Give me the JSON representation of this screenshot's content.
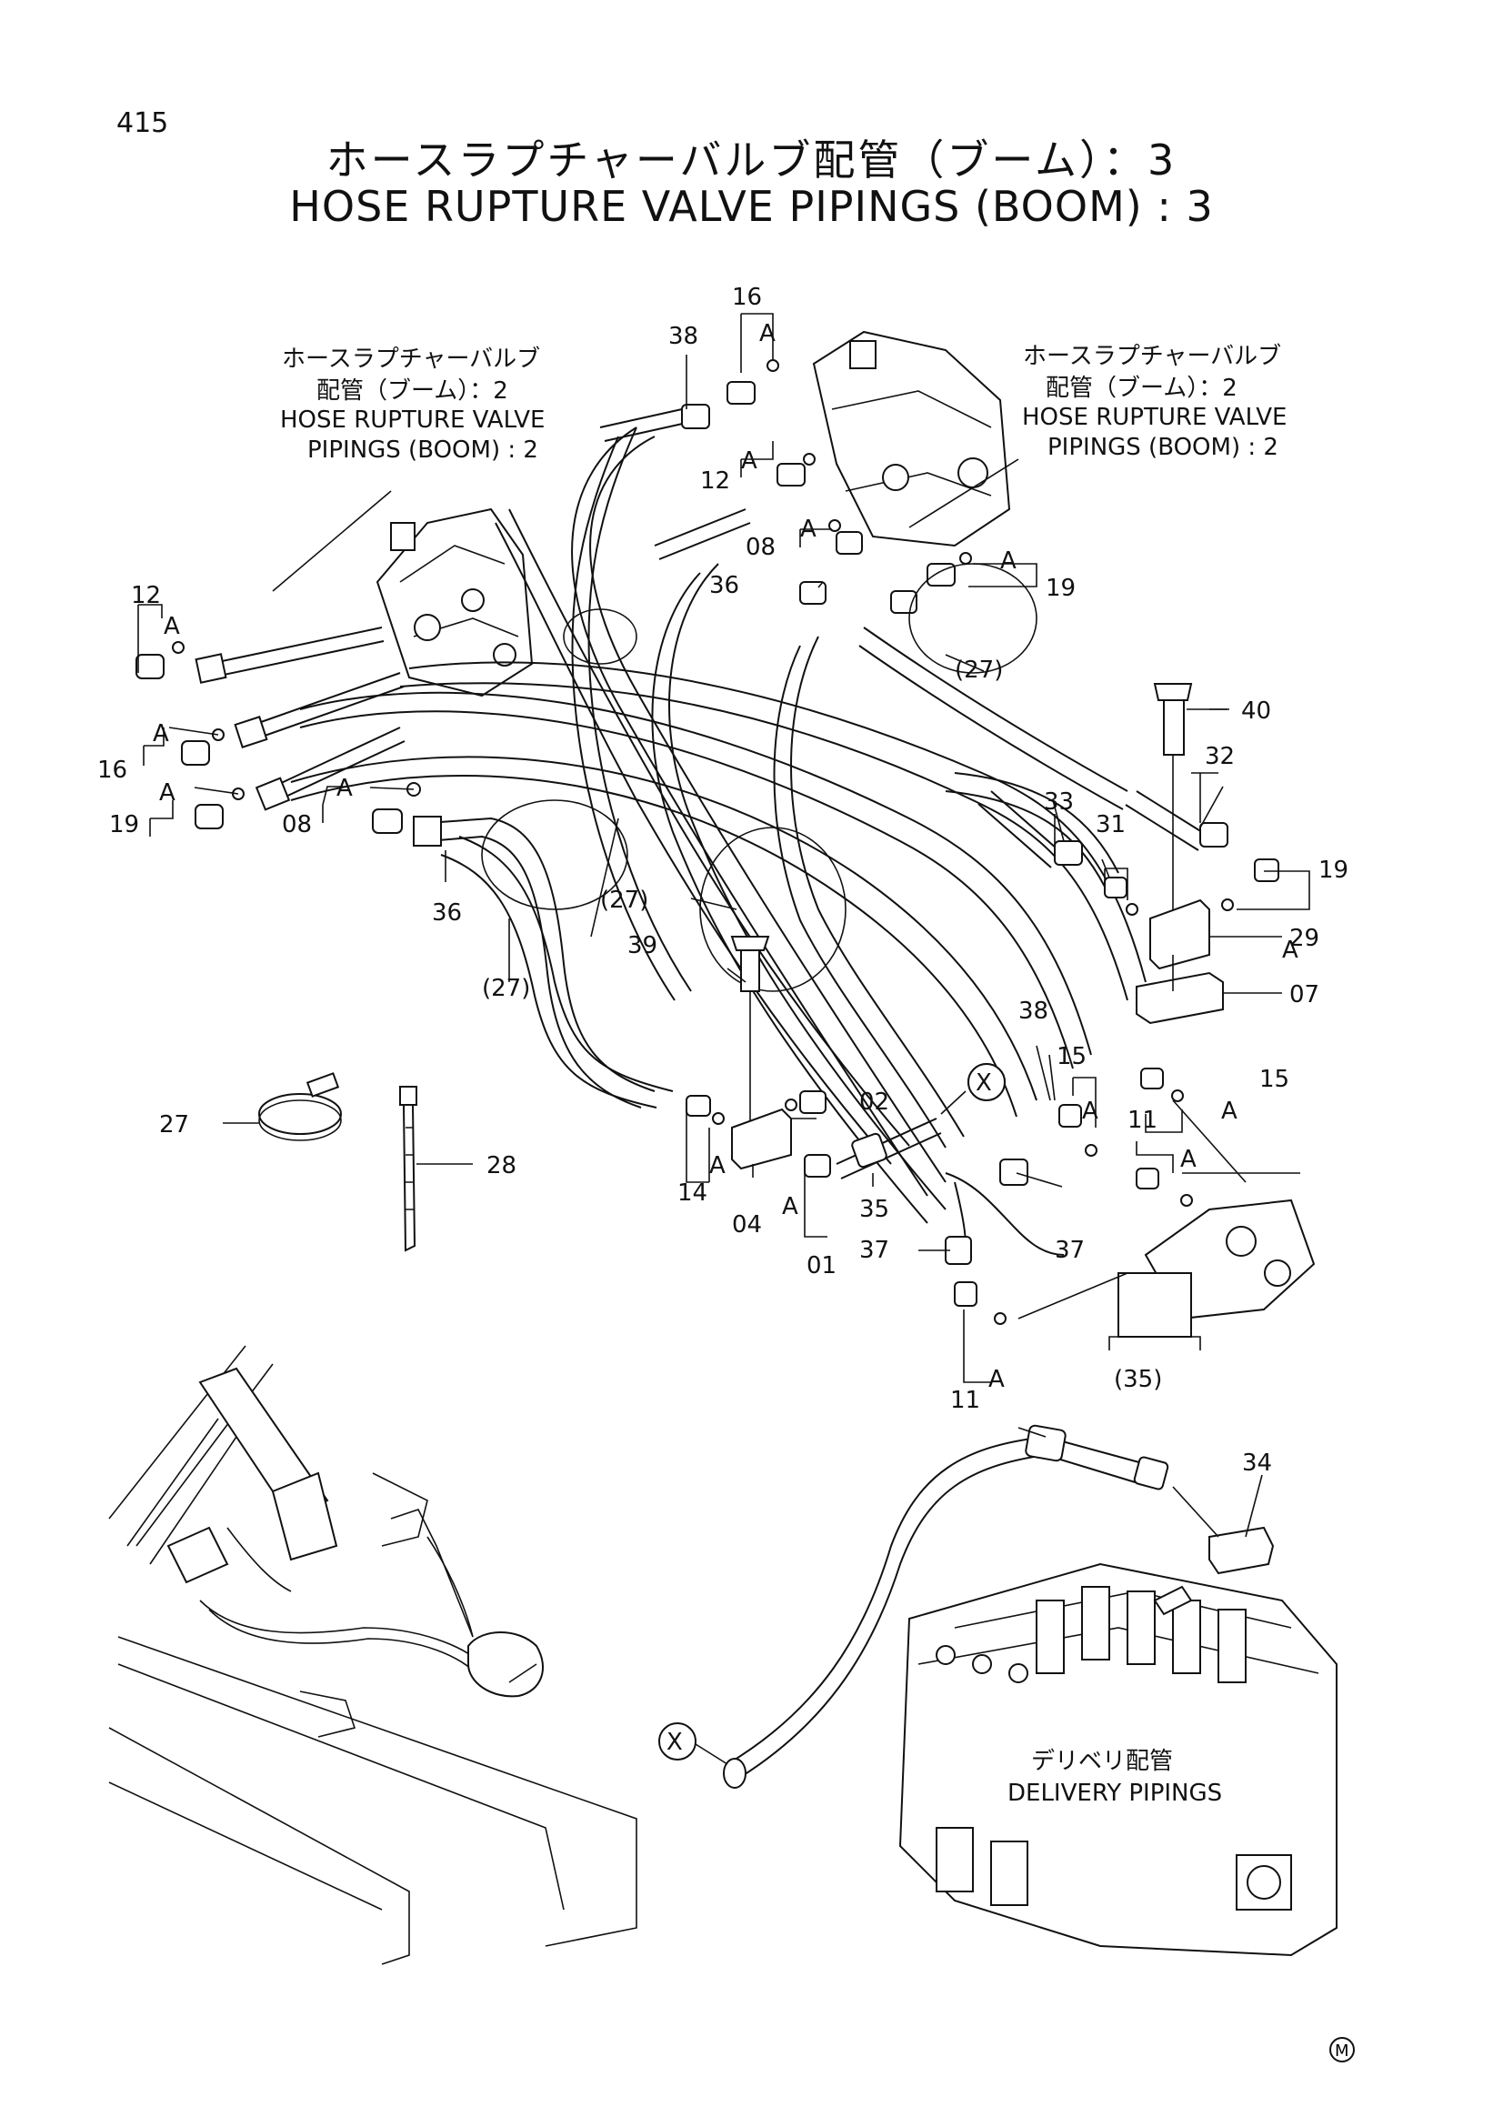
{
  "page_number": "415",
  "title_jp": "ホースラプチャーバルブ配管（ブーム）：3",
  "title_en": "HOSE RUPTURE VALVE PIPINGS (BOOM) : 3",
  "reference_left": {
    "jp_line1": "ホースラプチャーバルブ",
    "jp_line2": "配管（ブーム）：2",
    "en_line1": "HOSE RUPTURE VALVE",
    "en_line2": "PIPINGS (BOOM) : 2"
  },
  "reference_right": {
    "jp_line1": "ホースラプチャーバルブ",
    "jp_line2": "配管（ブーム）：2",
    "en_line1": "HOSE RUPTURE VALVE",
    "en_line2": "PIPINGS (BOOM) : 2"
  },
  "delivery": {
    "jp": "デリベリ配管",
    "en": "DELIVERY PIPINGS"
  },
  "connector_mark": "X",
  "corner_mark": "M",
  "part_labels": {
    "p01": "01",
    "p02": "02",
    "p04": "04",
    "p07": "07",
    "p08a": "08",
    "p08b": "08",
    "p11a": "11",
    "p11b": "11",
    "p12a": "12",
    "p12b": "12",
    "p14": "14",
    "p15a": "15",
    "p15b": "15",
    "p16a": "16",
    "p16b": "16",
    "p19a": "19",
    "p19b": "19",
    "p19c": "19",
    "p27a": "(27)",
    "p27b": "(27)",
    "p27c": "(27)",
    "p27d": "27",
    "p28": "28",
    "p29": "29",
    "p31": "31",
    "p32": "32",
    "p33": "33",
    "p34": "34",
    "p35a": "35",
    "p35b": "(35)",
    "p36a": "36",
    "p36b": "36",
    "p37a": "37",
    "p37b": "37",
    "p38a": "38",
    "p38b": "38",
    "p39": "39",
    "p40": "40"
  },
  "callout_letter": "A"
}
